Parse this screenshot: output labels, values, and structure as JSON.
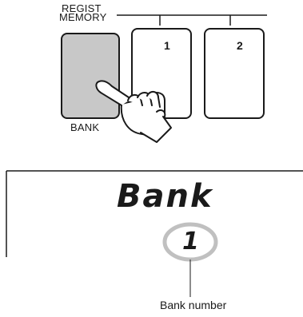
{
  "panel": {
    "regist_label_line1": "REGIST",
    "regist_label_line2": "MEMORY",
    "bank_label": "BANK",
    "buttons": [
      {
        "number": "1"
      },
      {
        "number": "2"
      }
    ]
  },
  "display": {
    "word": "Bank",
    "bank_digit": "1",
    "caption": "Bank number"
  },
  "colors": {
    "bank_button_fill": "#c8c8c8",
    "highlight_ring": "#c0c0c0",
    "line": "#1a1a1a"
  }
}
